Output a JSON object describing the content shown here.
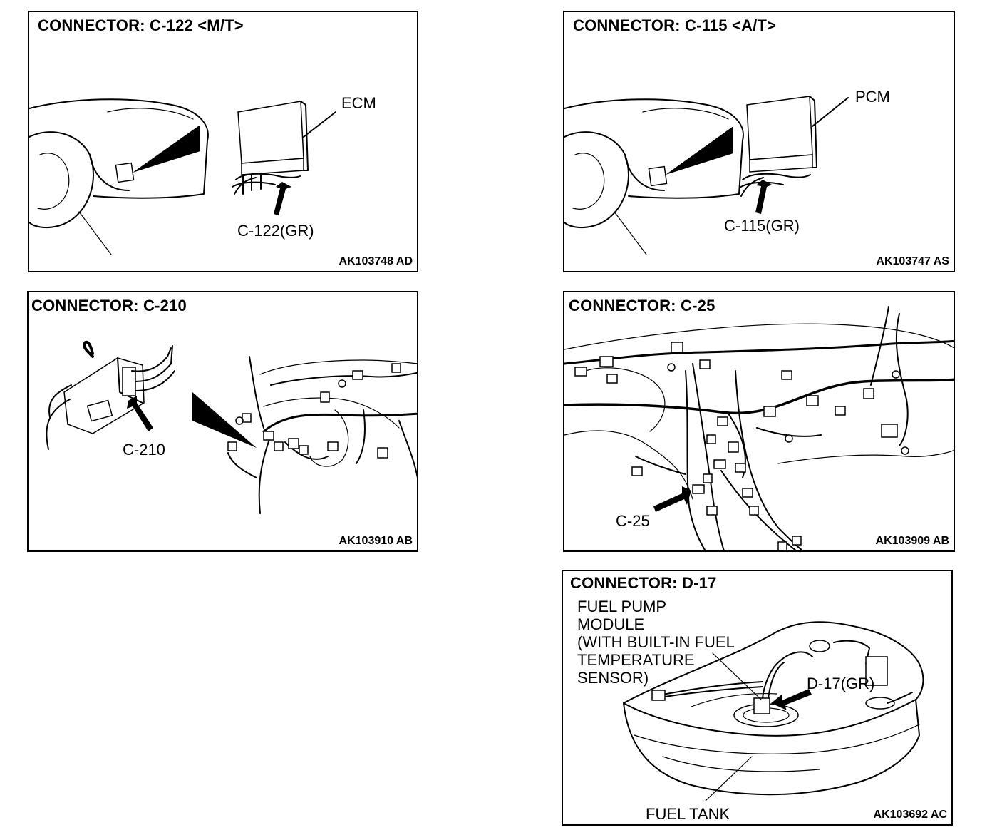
{
  "panels": [
    {
      "title": "CONNECTOR: C-122 <M/T>",
      "code": "AK103748 AD",
      "labels": {
        "unit": "ECM",
        "connector": "C-122(GR)"
      }
    },
    {
      "title": "CONNECTOR: C-115 <A/T>",
      "code": "AK103747 AS",
      "labels": {
        "unit": "PCM",
        "connector": "C-115(GR)"
      }
    },
    {
      "title": "CONNECTOR: C-210",
      "code": "AK103910 AB",
      "labels": {
        "connector": "C-210"
      }
    },
    {
      "title": "CONNECTOR: C-25",
      "code": "AK103909 AB",
      "labels": {
        "connector": "C-25"
      }
    },
    {
      "title": "CONNECTOR: D-17",
      "code": "AK103692 AC",
      "labels": {
        "module_line1": "FUEL PUMP",
        "module_line2": "MODULE",
        "module_line3": "(WITH BUILT-IN FUEL",
        "module_line4": "TEMPERATURE",
        "module_line5": "SENSOR)",
        "connector": "D-17(GR)",
        "tank": "FUEL TANK"
      }
    }
  ]
}
